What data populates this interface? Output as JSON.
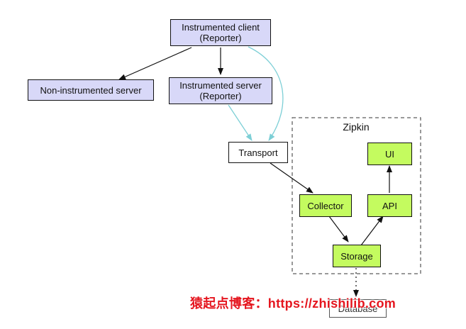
{
  "cluster": {
    "label": "Zipkin"
  },
  "nodes": {
    "instrumented_client": {
      "label": "Instrumented client\n(Reporter)"
    },
    "non_instrumented_server": {
      "label": "Non-instrumented server"
    },
    "instrumented_server": {
      "label": "Instrumented server\n(Reporter)"
    },
    "transport": {
      "label": "Transport"
    },
    "collector": {
      "label": "Collector"
    },
    "storage": {
      "label": "Storage"
    },
    "api": {
      "label": "API"
    },
    "ui": {
      "label": "UI"
    },
    "database": {
      "label": "Database"
    }
  },
  "colors": {
    "reporter_fill": "#d8d8f8",
    "zipkin_component_fill": "#c4fb5f",
    "async_edge": "#7dcfd6",
    "edge": "#111111",
    "watermark": "#e5161f"
  },
  "watermark": {
    "text": "猿起点博客：https://zhishilib.com"
  }
}
